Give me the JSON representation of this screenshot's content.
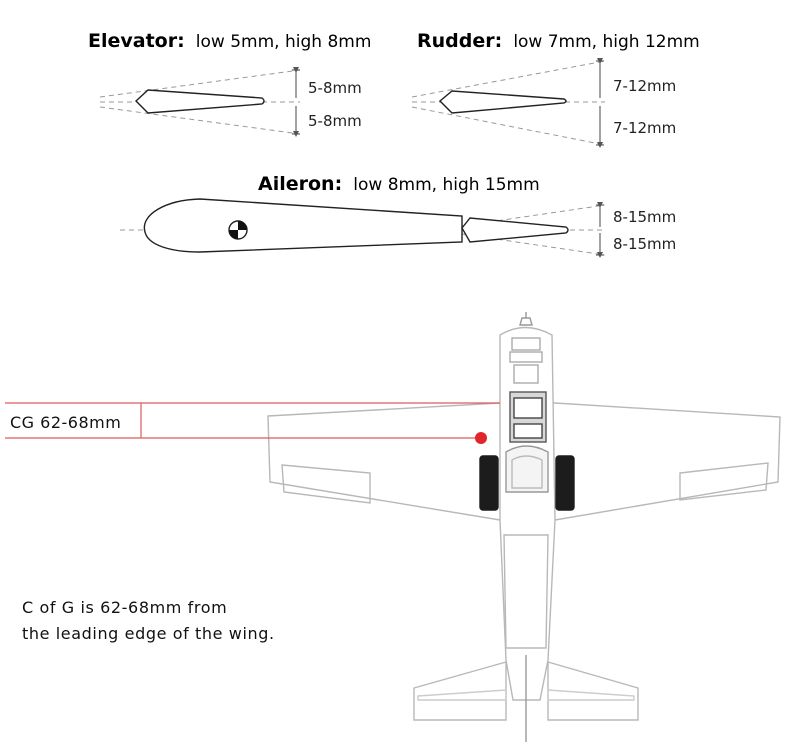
{
  "elevator": {
    "name": "Elevator:",
    "spec": "low 5mm, high 8mm",
    "up": "5-8mm",
    "down": "5-8mm"
  },
  "rudder": {
    "name": "Rudder:",
    "spec": "low 7mm, high 12mm",
    "up": "7-12mm",
    "down": "7-12mm"
  },
  "aileron": {
    "name": "Aileron:",
    "spec": "low 8mm, high 15mm",
    "up": "8-15mm",
    "down": "8-15mm"
  },
  "cg": {
    "label": "CG 62-68mm",
    "note_line1": "C of G is 62-68mm from",
    "note_line2": "the leading edge of the wing."
  },
  "colors": {
    "cg_marker": "#e0262d",
    "cg_line": "#e05a5a",
    "airframe": "#b8b8b8",
    "ink": "#222222"
  }
}
